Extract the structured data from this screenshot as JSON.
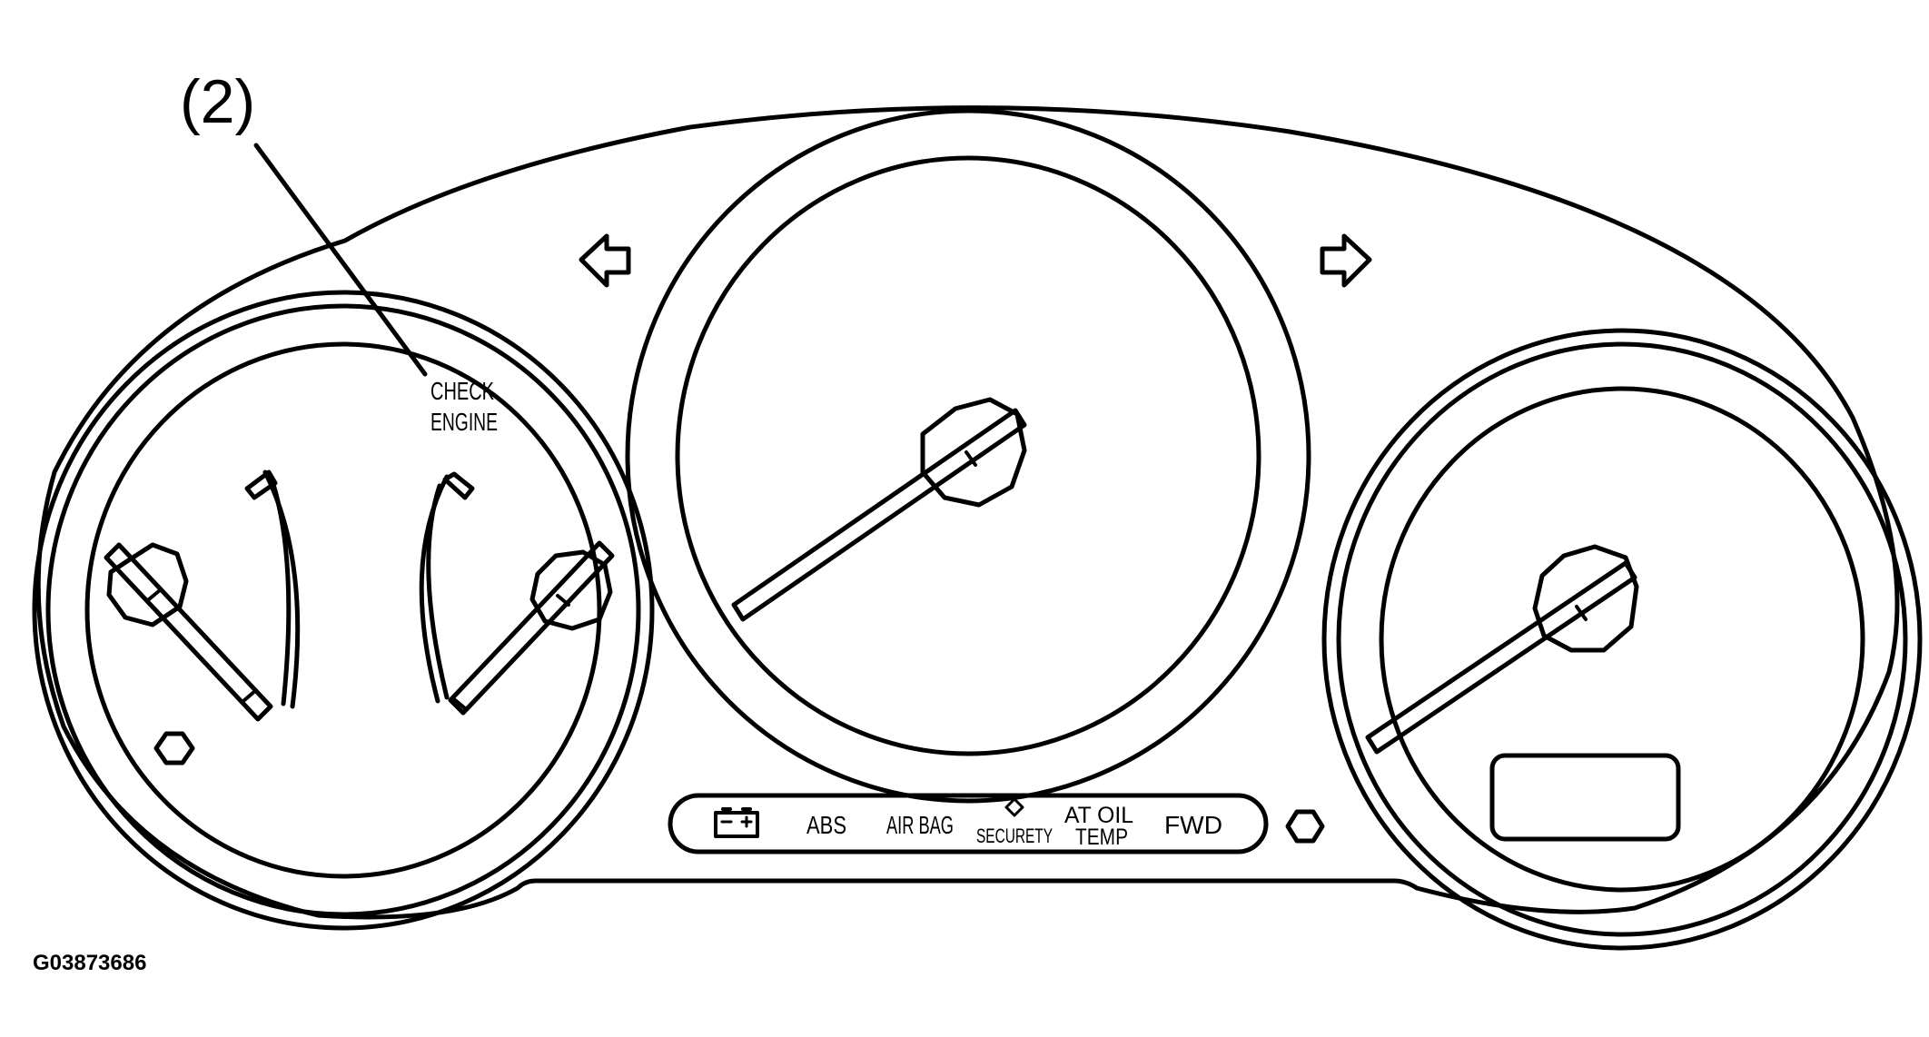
{
  "callout": {
    "label": "(2)"
  },
  "warning_label": {
    "line1": "CHECK",
    "line2": "ENGINE"
  },
  "indicator_strip": {
    "battery_icon": "battery-icon",
    "abs": "ABS",
    "airbag": "AIR BAG",
    "security": "SECURETY",
    "at_oil_temp_line1": "AT OIL",
    "at_oil_temp_line2": "TEMP",
    "fwd": "FWD"
  },
  "figure_id": "G03873686",
  "icons": {
    "left_turn": "arrow-left-icon",
    "right_turn": "arrow-right-icon",
    "security": "diamond-icon",
    "left_knob": "hexagon-knob-icon",
    "right_knob": "hexagon-knob-icon"
  }
}
